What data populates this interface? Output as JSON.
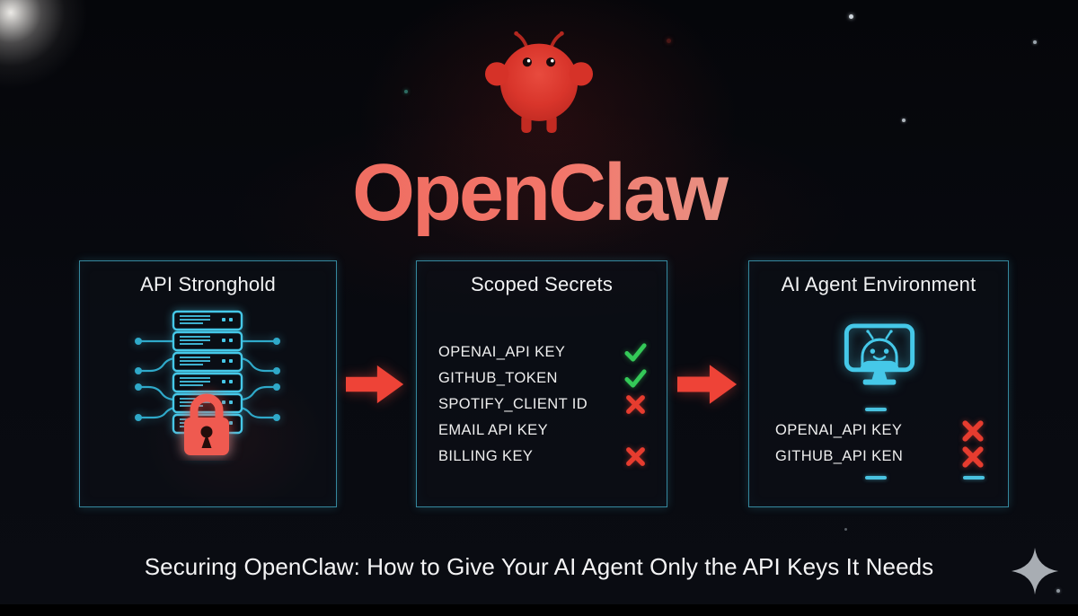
{
  "header": {
    "wordmark": "OpenClaw"
  },
  "flow": {
    "boxes": [
      {
        "title": "API Stronghold"
      },
      {
        "title": "Scoped Secrets",
        "secrets": [
          {
            "label": "OPENAI_API KEY",
            "status": "granted"
          },
          {
            "label": "GITHUB_TOKEN",
            "status": "granted"
          },
          {
            "label": "SPOTIFY_CLIENT ID",
            "status": "denied"
          },
          {
            "label": "EMAIL API KEY",
            "status": "none"
          },
          {
            "label": "BILLING KEY",
            "status": "denied"
          }
        ]
      },
      {
        "title": "AI Agent Environment",
        "keys": [
          {
            "label": "OPENAI_API KEY",
            "status": "denied"
          },
          {
            "label": "GITHUB_API KEN",
            "status": "denied"
          }
        ]
      }
    ]
  },
  "caption": "Securing OpenClaw: How to Give Your AI Agent Only the API Keys It Needs",
  "colors": {
    "accent_cyan": "#45c8e8",
    "border_teal": "#35889e",
    "accent_red": "#ee4337",
    "lock_salmon": "#ef5a50",
    "check_green": "#34c958",
    "cross_red": "#e63c2f",
    "mascot_red": "#d9352b",
    "sparkle_gray": "#a8adb3"
  },
  "icons": {
    "mascot": "openclaw-mascot",
    "stronghold": "server-stack-lock-icon",
    "agent": "agent-monitor-icon",
    "arrow": "red-arrow-right-icon",
    "granted": "check-icon",
    "denied": "x-icon",
    "footer": "sparkle-icon"
  }
}
